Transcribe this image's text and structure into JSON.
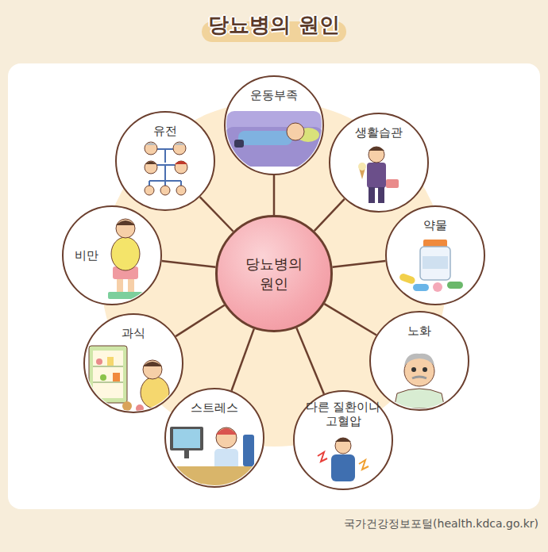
{
  "diagram": {
    "title": "당뇨병의 원인",
    "nodes": [
      {
        "text": [
          "당뇨병의 원인"
        ]
      },
      {
        "text": [
          "운동부족"
        ]
      },
      {
        "text": [
          "생활습관"
        ]
      },
      {
        "text": [
          "약물"
        ]
      },
      {
        "text": [
          "노화"
        ]
      },
      {
        "text": [
          "다른 질환이나 고혈압"
        ]
      },
      {
        "text": [
          "스트레스"
        ]
      },
      {
        "text": [
          "과식"
        ]
      },
      {
        "text": [
          "비만"
        ]
      },
      {
        "text": [
          "유전"
        ]
      }
    ],
    "edges": [
      {
        "from": 0,
        "to": 1,
        "arrow": "none"
      },
      {
        "from": 0,
        "to": 2,
        "arrow": "none"
      },
      {
        "from": 0,
        "to": 3,
        "arrow": "none"
      },
      {
        "from": 0,
        "to": 4,
        "arrow": "none"
      },
      {
        "from": 0,
        "to": 5,
        "arrow": "none"
      },
      {
        "from": 0,
        "to": 6,
        "arrow": "none"
      },
      {
        "from": 0,
        "to": 7,
        "arrow": "none"
      },
      {
        "from": 0,
        "to": 8,
        "arrow": "none"
      },
      {
        "from": 0,
        "to": 9,
        "arrow": "none"
      }
    ],
    "labels": [
      "국가건강정보포털(health.kdca.go.kr)"
    ]
  }
}
